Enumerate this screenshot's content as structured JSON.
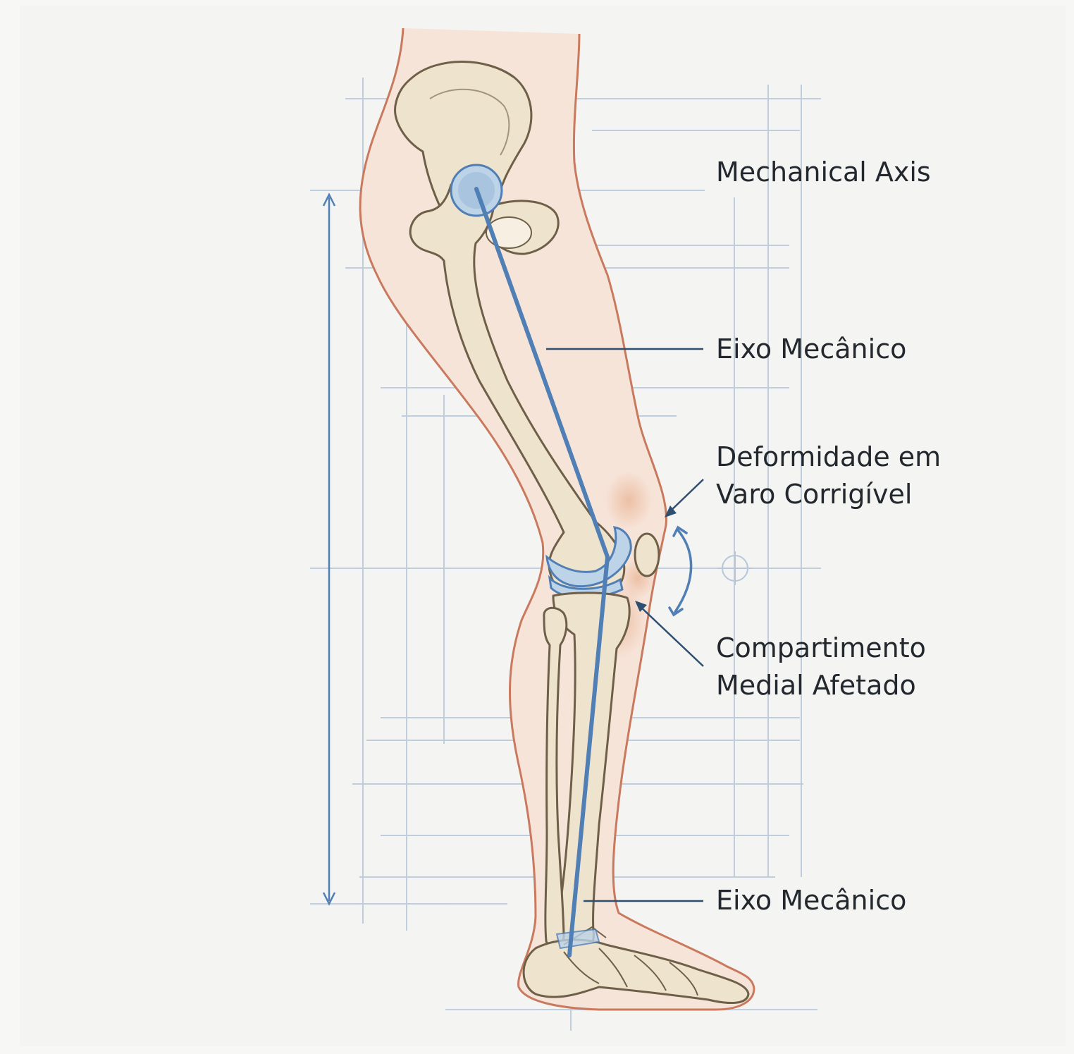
{
  "labels": {
    "mechanical_axis": "Mechanical Axis",
    "eixo_mecanico_upper": "Eixo Mecânico",
    "varus_line1": "Deformidade em",
    "varus_line2": "Varo Corrigível",
    "medial_line1": "Compartimento",
    "medial_line2": "Medial Afetado",
    "eixo_mecanico_lower": "Eixo Mecânico"
  },
  "colors": {
    "background": "#f7f7f5",
    "skin_fill": "#f7e4d9",
    "skin_outline": "#c97a5e",
    "bone_fill": "#eee3cc",
    "bone_outline": "#6e5f48",
    "axis_blue": "#4f7fb5",
    "cartilage_blue": "#bcd3e8",
    "grid_blue": "#b6c7da",
    "leader": "#2f4f70",
    "inflammation": "#e3a27a",
    "text": "#23282e"
  }
}
